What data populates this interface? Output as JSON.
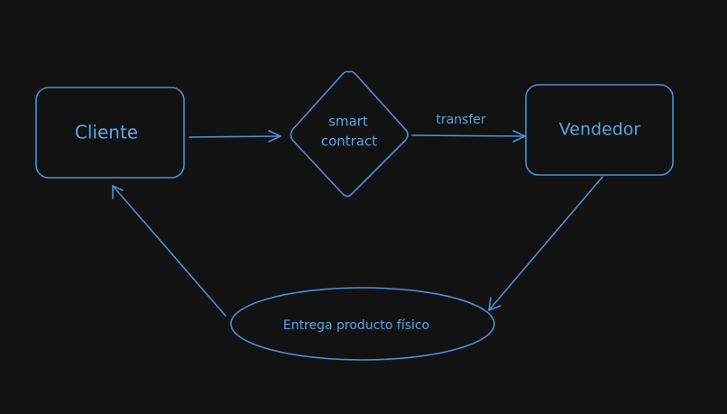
{
  "canvas": {
    "background": "#121212",
    "stroke_color": "#4a90d9",
    "text_color": "#5aa4e8"
  },
  "nodes": {
    "cliente": {
      "label": "Cliente",
      "shape": "rectangle"
    },
    "smart_contract": {
      "label_line1": "smart",
      "label_line2": "contract",
      "shape": "diamond"
    },
    "vendedor": {
      "label": "Vendedor",
      "shape": "rectangle"
    },
    "entrega": {
      "label": "Entrega producto físico",
      "shape": "ellipse"
    }
  },
  "edges": {
    "cliente_to_contract": {
      "from": "Cliente",
      "to": "smart contract",
      "label": ""
    },
    "contract_to_vendedor": {
      "from": "smart contract",
      "to": "Vendedor",
      "label": "transfer"
    },
    "vendedor_to_entrega": {
      "from": "Vendedor",
      "to": "Entrega producto físico",
      "label": ""
    },
    "entrega_to_cliente": {
      "from": "Entrega producto físico",
      "to": "Cliente",
      "label": ""
    }
  }
}
